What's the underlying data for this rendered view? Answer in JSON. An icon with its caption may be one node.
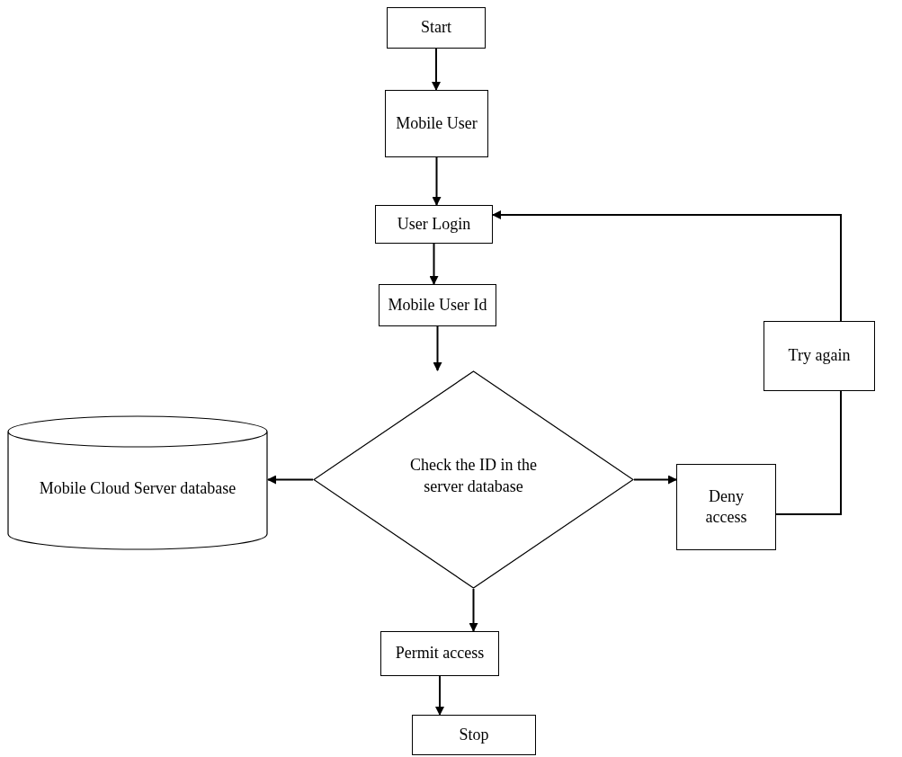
{
  "diagram": {
    "nodes": [
      {
        "text": [
          "Start"
        ]
      },
      {
        "text": [
          "Mobile User"
        ]
      },
      {
        "text": [
          "User Login"
        ]
      },
      {
        "text": [
          "Mobile User Id"
        ]
      },
      {
        "text": [
          "Check the ID in the server database"
        ]
      },
      {
        "text": [
          "Mobile Cloud Server database"
        ]
      },
      {
        "text": [
          "Deny access"
        ]
      },
      {
        "text": [
          "Try again"
        ]
      },
      {
        "text": [
          "Permit access"
        ]
      },
      {
        "text": [
          "Stop"
        ]
      }
    ],
    "edges": [
      {
        "from": 0,
        "to": 1,
        "arrow": "to"
      },
      {
        "from": 1,
        "to": 2,
        "arrow": "to"
      },
      {
        "from": 2,
        "to": 3,
        "arrow": "to"
      },
      {
        "from": 3,
        "to": 4,
        "arrow": "to"
      },
      {
        "from": 4,
        "to": 5,
        "arrow": "to"
      },
      {
        "from": 4,
        "to": 6,
        "arrow": "to"
      },
      {
        "from": 6,
        "to": 7,
        "arrow": "none"
      },
      {
        "from": 7,
        "to": 2,
        "arrow": "to"
      },
      {
        "from": 4,
        "to": 8,
        "arrow": "to"
      },
      {
        "from": 8,
        "to": 9,
        "arrow": "to"
      }
    ]
  }
}
